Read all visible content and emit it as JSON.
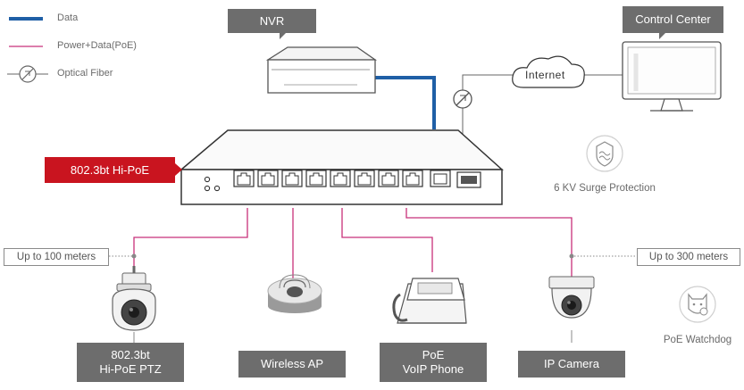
{
  "legend": {
    "data_label": "Data",
    "poe_label": "Power+Data(PoE)",
    "fiber_label": "Optical Fiber"
  },
  "colors": {
    "data_line": "#1f5fa6",
    "poe_line": "#c8317a",
    "label_gray": "#6d6d6d",
    "accent_red": "#c9141f"
  },
  "labels": {
    "nvr": "NVR",
    "control_center": "Control Center",
    "internet": "Internet",
    "switch_badge": "802.3bt Hi-PoE",
    "surge": "6 KV Surge Protection",
    "watchdog": "PoE Watchdog",
    "dist_left": "Up to 100 meters",
    "dist_right": "Up to 300 meters"
  },
  "devices": [
    {
      "line1": "802.3bt",
      "line2": "Hi-PoE PTZ",
      "icon": "ptz-camera-icon"
    },
    {
      "line1": "Wireless AP",
      "line2": "",
      "icon": "wireless-ap-icon"
    },
    {
      "line1": "PoE",
      "line2": "VoIP Phone",
      "icon": "voip-phone-icon"
    },
    {
      "line1": "IP Camera",
      "line2": "",
      "icon": "ip-camera-icon"
    }
  ]
}
